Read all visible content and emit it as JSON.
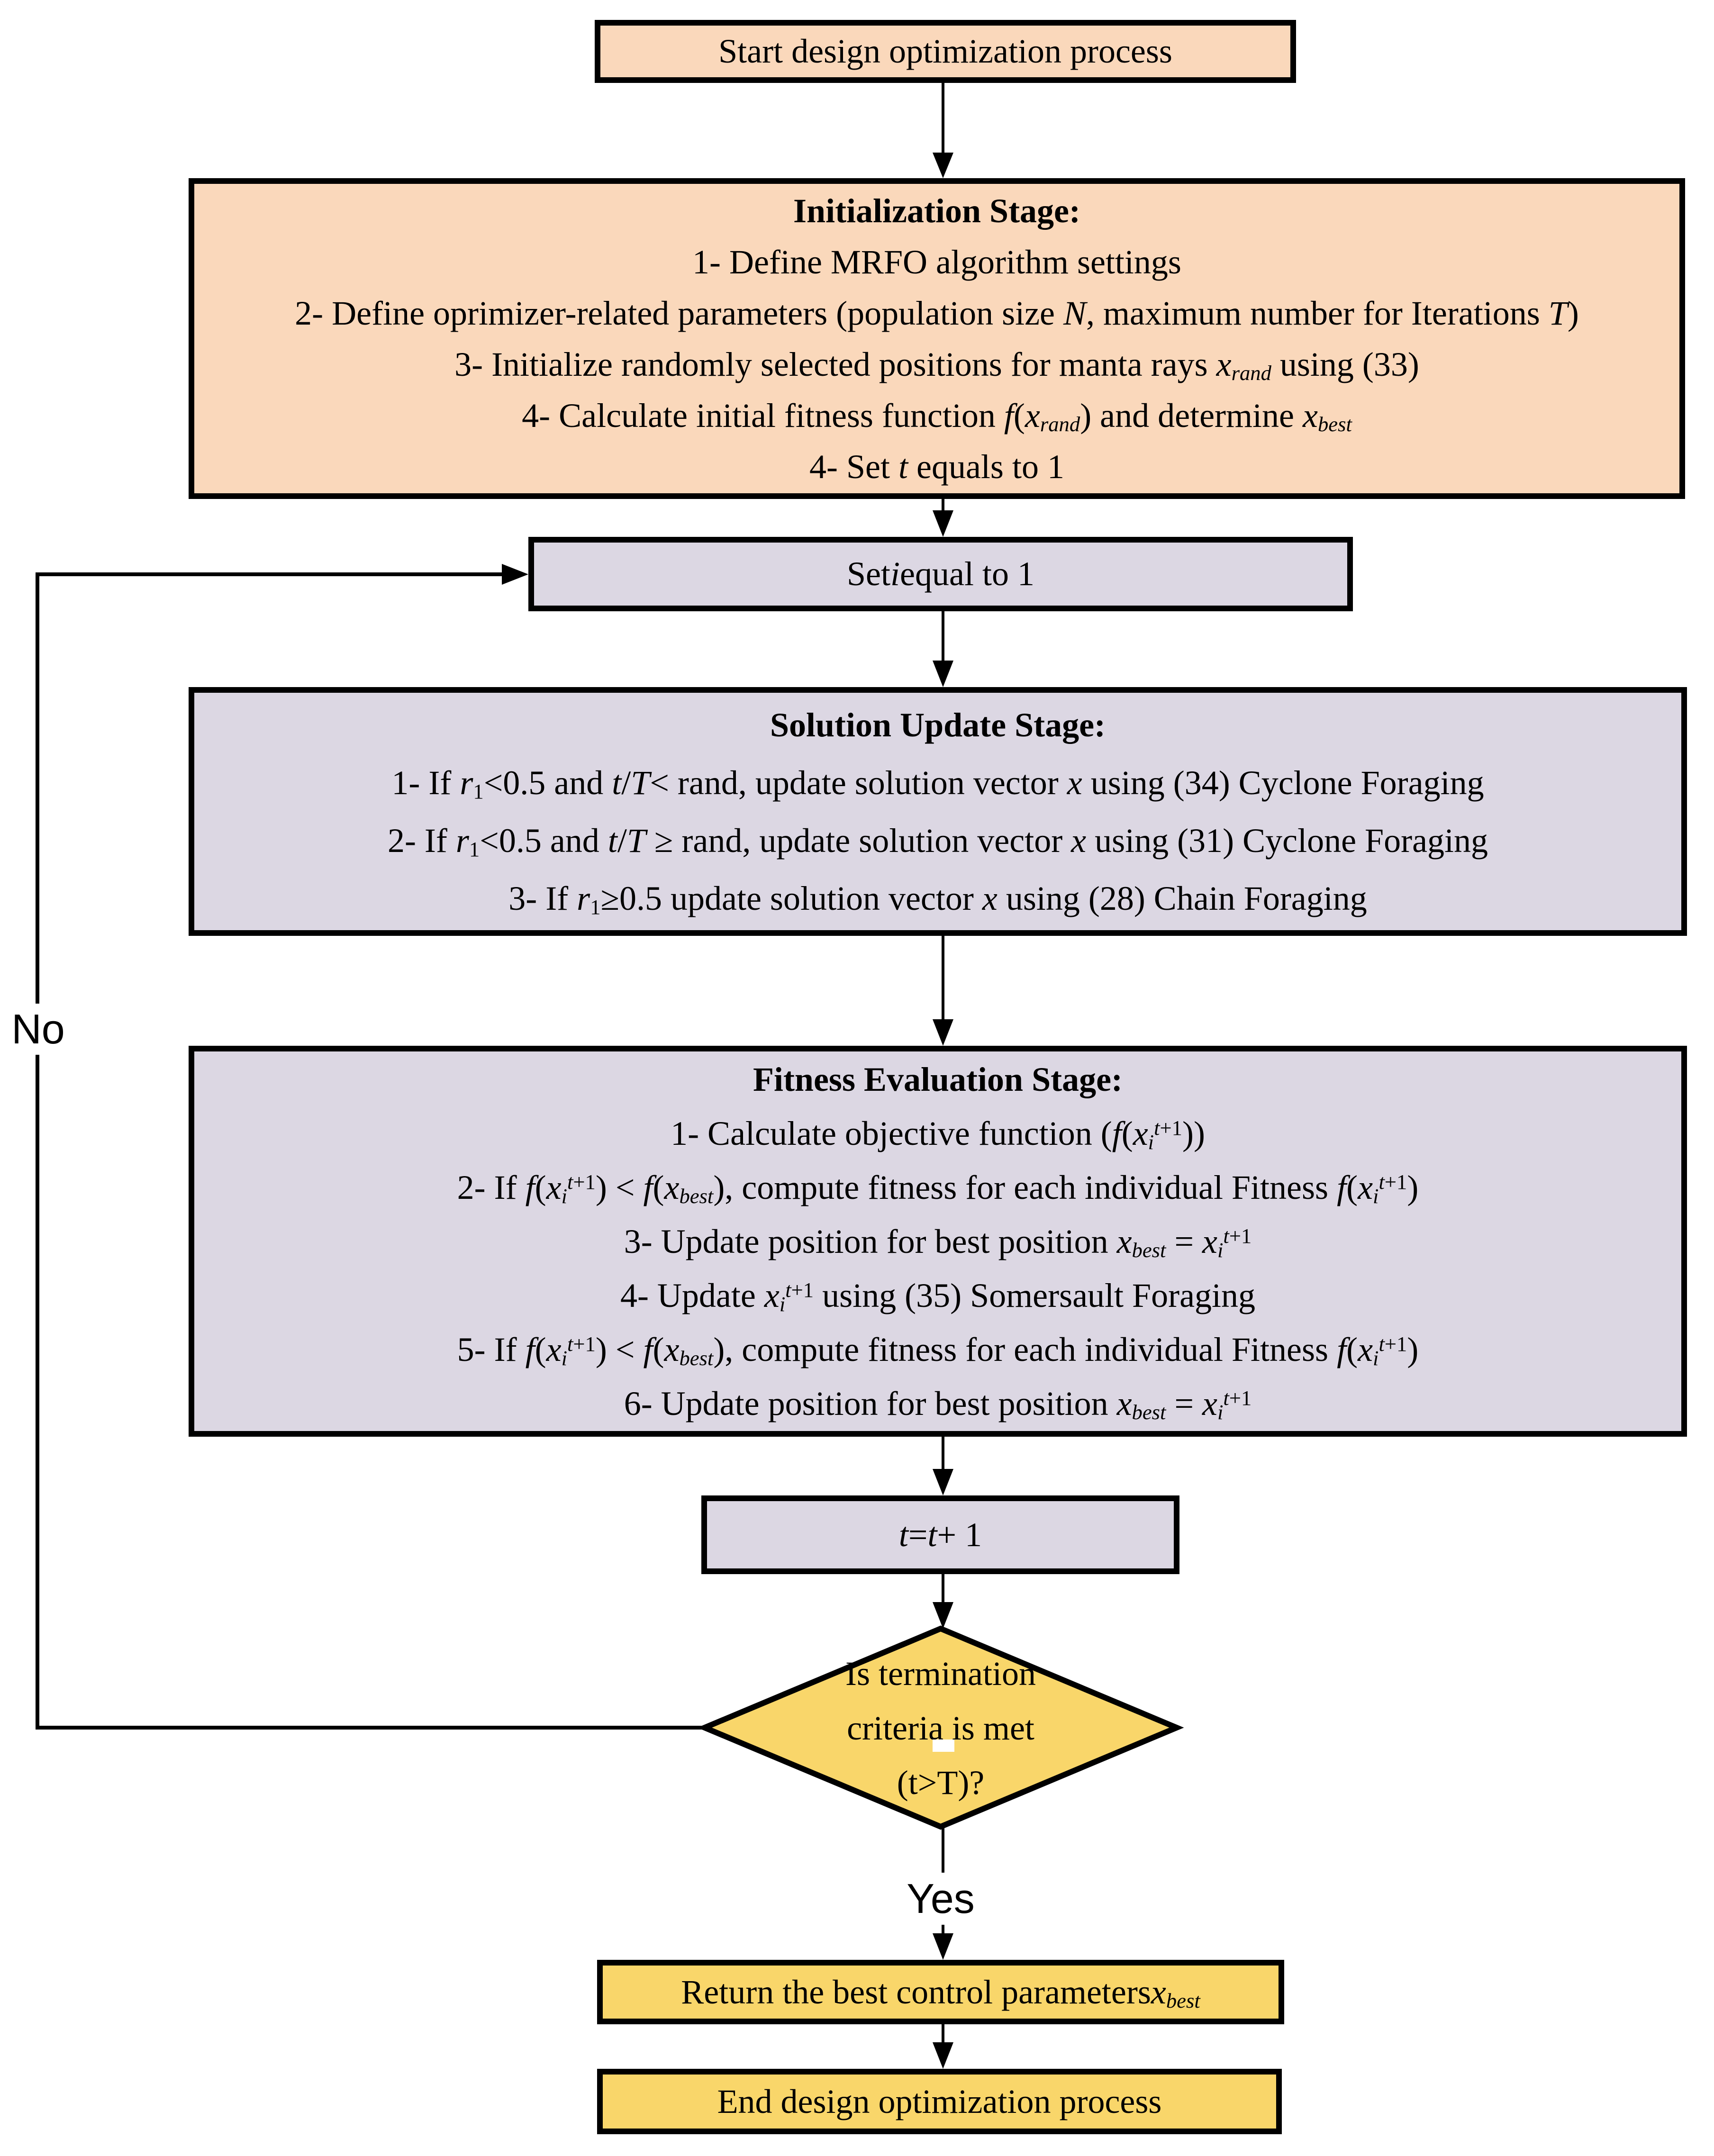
{
  "colors": {
    "peach": "#FAD8BB",
    "lavender": "#DCD7E3",
    "gold": "#F9D66A",
    "border": "#000000",
    "artifact": "#FFFFFF"
  },
  "nodes": {
    "start": {
      "label": "Start design optimization process"
    },
    "init": {
      "title": "Initialization Stage:",
      "lines": [
        "1- Define MRFO algorithm settings",
        "2- Define oprimizer-related parameters (population size <i>N</i>, maximum number for Iterations <i>T</i>)",
        "3- Initialize randomly selected positions for manta rays <i>x<sub>rand</sub></i> using (33)",
        "4- Calculate initial fitness function <i>f</i>(<i>x<sub>rand</sub></i>) and determine <i>x<sub>best</sub></i>",
        "4- Set <i>t</i> equals to 1"
      ]
    },
    "set_i": {
      "label": "Set <i>i</i> equal to 1"
    },
    "solution": {
      "title": "Solution Update Stage:",
      "lines": [
        "1- If <i>r</i><sub>1</sub>&lt;0.5 and <i>t</i>/<i>T</i>&lt; rand, update solution vector <i>x</i> using (34) Cyclone Foraging",
        "2- If <i>r</i><sub>1</sub>&lt;0.5 and <i>t</i>/<i>T</i> ≥ rand, update solution vector <i>x</i> using (31) Cyclone Foraging",
        "3- If <i>r</i><sub>1</sub>≥0.5 update solution vector <i>x</i> using (28) Chain Foraging"
      ]
    },
    "fitness": {
      "title": "Fitness Evaluation Stage:",
      "lines": [
        "1- Calculate objective function (<i>f</i>(<i>x<sub>i</sub></i><sup><i>t</i>+1</sup>))",
        "2- If <i>f</i>(<i>x<sub>i</sub></i><sup><i>t</i>+1</sup>) &lt; <i>f</i>(<i>x<sub>best</sub></i>), compute fitness for each individual Fitness <i>f</i>(<i>x<sub>i</sub></i><sup><i>t</i>+1</sup>)",
        "3- Update position for best position <i>x<sub>best</sub></i> = <i>x<sub>i</sub></i><sup><i>t</i>+1</sup>",
        "4- Update <i>x<sub>i</sub></i><sup><i>t</i>+1</sup> using (35) Somersault Foraging",
        "5- If <i>f</i>(<i>x<sub>i</sub></i><sup><i>t</i>+1</sup>) &lt; <i>f</i>(<i>x<sub>best</sub></i>), compute fitness for each individual Fitness <i>f</i>(<i>x<sub>i</sub></i><sup><i>t</i>+1</sup>)",
        "6- Update position for best position <i>x<sub>best</sub></i> = <i>x<sub>i</sub></i><sup><i>t</i>+1</sup>"
      ]
    },
    "increment": {
      "label": "<i>t</i> = <i>t</i> + 1"
    },
    "decision": {
      "label": "Is termination<br>criteria is met<br>(t&gt;T)?"
    },
    "return": {
      "label": "Return the best control parameters <i>x<sub>best</sub></i>"
    },
    "end": {
      "label": "End design optimization process"
    }
  },
  "edges": {
    "yes_label": "Yes",
    "no_label": "No"
  }
}
